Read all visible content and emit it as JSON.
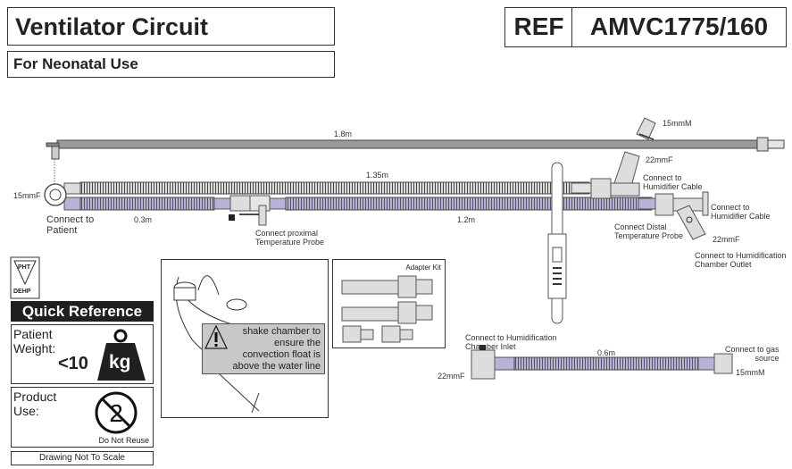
{
  "header": {
    "title": "Ventilator Circuit",
    "subtitle": "For Neonatal Use",
    "ref_label": "REF",
    "ref_code": "AMVC1775/160"
  },
  "circuit": {
    "line_length": "1.8m",
    "inspiratory_length": "1.35m",
    "expiratory_short_length": "0.3m",
    "expiratory_long_length": "1.2m",
    "patient_connector_size": "15mmF",
    "patient_label_1": "Connect to",
    "patient_label_2": "Patient",
    "proximal_probe_1": "Connect proximal",
    "proximal_probe_2": "Temperature Probe",
    "top_adapter_size": "15mmM",
    "top_elbow_size": "22mmF",
    "humidifier_cable_a_1": "Connect to",
    "humidifier_cable_a_2": "Humidifier Cable",
    "humidifier_cable_b_1": "Connect to",
    "humidifier_cable_b_2": "Humidifier Cable",
    "distal_probe_1": "Connect Distal",
    "distal_probe_2": "Temperature Probe",
    "outlet_size": "22mmF",
    "outlet_label_1": "Connect to Humidification",
    "outlet_label_2": "Chamber Outlet"
  },
  "inlet_tube": {
    "inlet_label_1": "Connect to Humidification",
    "inlet_label_2": "Chamber Inlet",
    "length": "0.6m",
    "inlet_size": "22mmF",
    "gas_label_1": "Connect to gas",
    "gas_label_2": "source",
    "gas_size": "15mmM"
  },
  "symbols": {
    "pht_top": "PHT",
    "pht_bottom": "DEHP"
  },
  "quick_reference": {
    "heading": "Quick Reference",
    "weight_label_1": "Patient",
    "weight_label_2": "Weight:",
    "weight_value": "<10",
    "weight_unit": "kg",
    "use_label_1": "Product",
    "use_label_2": "Use:",
    "use_value": "Do Not Reuse",
    "note": "Drawing Not To Scale"
  },
  "chamber_warning": {
    "line_1": "shake chamber to",
    "line_2": "ensure the",
    "line_3": "convection float is",
    "line_4": "above the water line"
  },
  "adapter_kit": {
    "title": "Adapter Kit"
  },
  "colors": {
    "tube_grey": "#d6d6d6",
    "tube_purple": "#b9b2d8",
    "line_grey": "#9a9a9a",
    "heading_bg": "#1f1f1f"
  }
}
